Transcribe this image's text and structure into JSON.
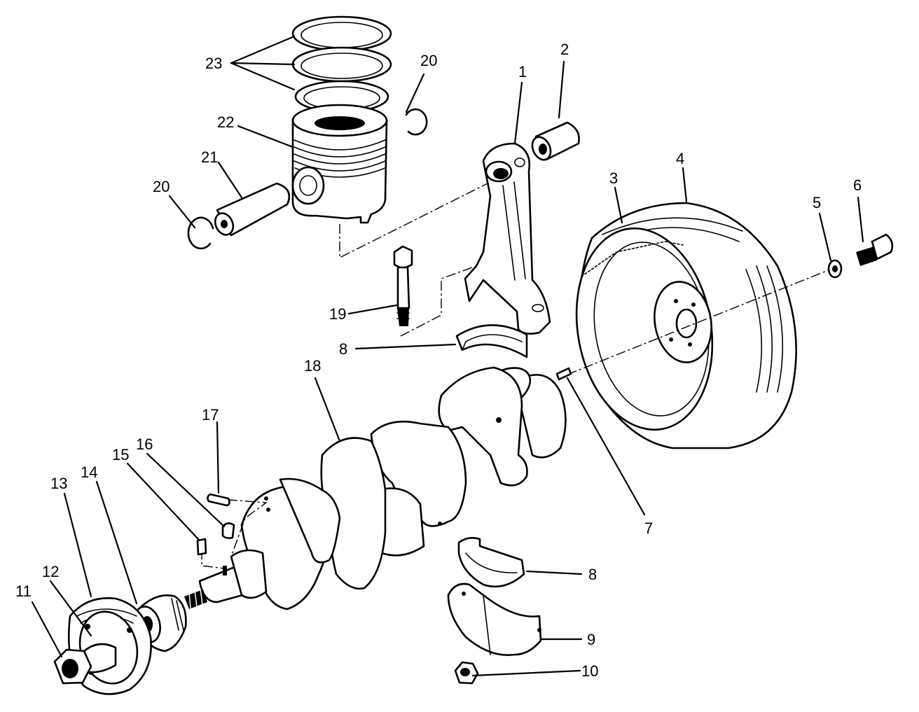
{
  "diagram": {
    "callouts": [
      {
        "id": "c1",
        "label": "1"
      },
      {
        "id": "c2",
        "label": "2"
      },
      {
        "id": "c3",
        "label": "3"
      },
      {
        "id": "c4",
        "label": "4"
      },
      {
        "id": "c5",
        "label": "5"
      },
      {
        "id": "c6",
        "label": "6"
      },
      {
        "id": "c7",
        "label": "7"
      },
      {
        "id": "c8a",
        "label": "8"
      },
      {
        "id": "c8b",
        "label": "8"
      },
      {
        "id": "c9",
        "label": "9"
      },
      {
        "id": "c10",
        "label": "10"
      },
      {
        "id": "c11",
        "label": "11"
      },
      {
        "id": "c12",
        "label": "12"
      },
      {
        "id": "c13",
        "label": "13"
      },
      {
        "id": "c14",
        "label": "14"
      },
      {
        "id": "c15",
        "label": "15"
      },
      {
        "id": "c16",
        "label": "16"
      },
      {
        "id": "c17",
        "label": "17"
      },
      {
        "id": "c18",
        "label": "18"
      },
      {
        "id": "c19",
        "label": "19"
      },
      {
        "id": "c20a",
        "label": "20"
      },
      {
        "id": "c20b",
        "label": "20"
      },
      {
        "id": "c21",
        "label": "21"
      },
      {
        "id": "c22",
        "label": "22"
      },
      {
        "id": "c23",
        "label": "23"
      }
    ]
  }
}
